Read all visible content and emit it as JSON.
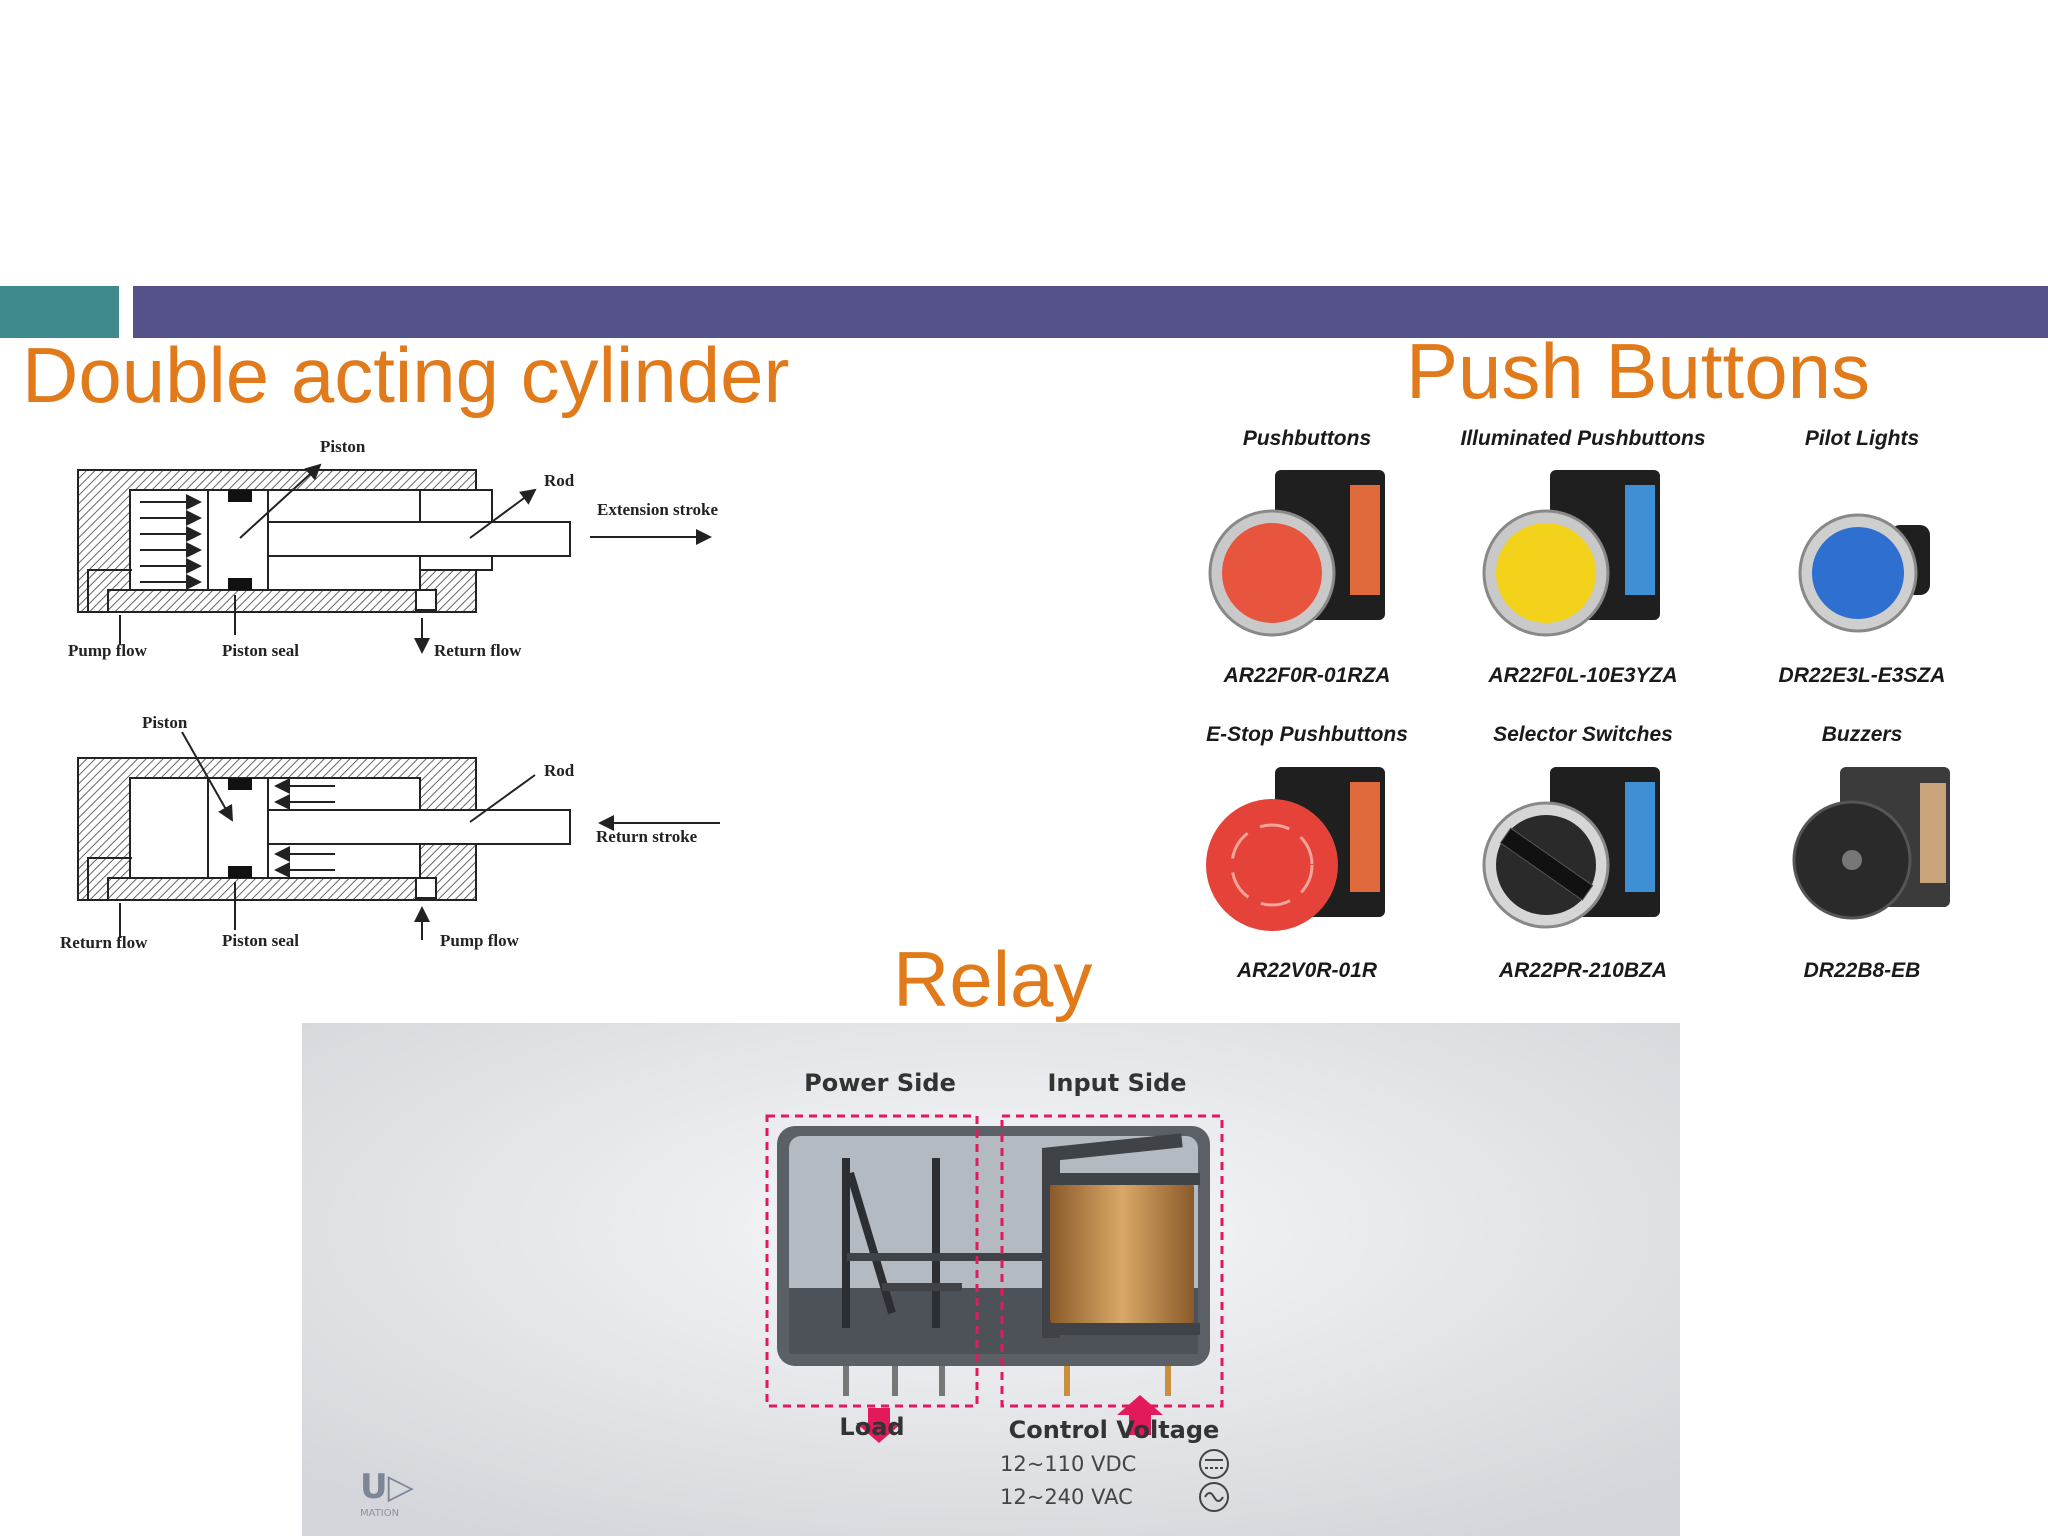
{
  "headings": {
    "cylinder": "Double acting cylinder",
    "push_buttons": "Push Buttons",
    "relay": "Relay"
  },
  "colors": {
    "heading": "#e07a1a",
    "bar_teal": "#3f8a8c",
    "bar_purple": "#55528a"
  },
  "cylinder_diagram": {
    "top": {
      "piston": "Piston",
      "rod": "Rod",
      "stroke": "Extension stroke",
      "pump_flow": "Pump flow",
      "piston_seal": "Piston seal",
      "return_flow": "Return flow"
    },
    "bottom": {
      "piston": "Piston",
      "rod": "Rod",
      "stroke": "Return stroke",
      "return_flow": "Return flow",
      "piston_seal": "Piston seal",
      "pump_flow": "Pump flow"
    }
  },
  "push_button_products": [
    {
      "category": "Pushbuttons",
      "model": "AR22F0R-01RZA",
      "color": "#e8553f"
    },
    {
      "category": "Illuminated Pushbuttons",
      "model": "AR22F0L-10E3YZA",
      "color": "#f2d21a"
    },
    {
      "category": "Pilot Lights",
      "model": "DR22E3L-E3SZA",
      "color": "#2f6fd0"
    },
    {
      "category": "E-Stop Pushbuttons",
      "model": "AR22V0R-01R",
      "color": "#e5433a"
    },
    {
      "category": "Selector Switches",
      "model": "AR22PR-210BZA",
      "color": "#222222"
    },
    {
      "category": "Buzzers",
      "model": "DR22B8-EB",
      "color": "#2a2a2a"
    }
  ],
  "relay_diagram": {
    "power_side": "Power Side",
    "input_side": "Input Side",
    "load": "Load",
    "control_voltage": "Control Voltage",
    "vdc": "12~110 VDC",
    "vac": "12~240 VAC",
    "logo_text": "U▷",
    "logo_sub": "MATION"
  }
}
